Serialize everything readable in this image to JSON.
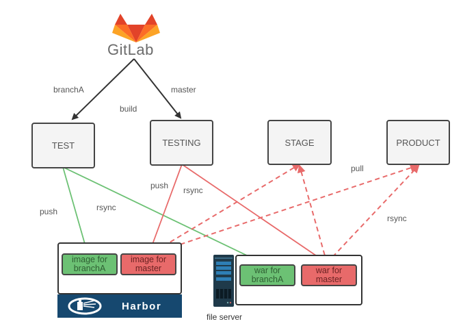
{
  "logo": {
    "name": "GitLab",
    "icon": "gitlab-fox-icon"
  },
  "edges": {
    "branchA": "branchA",
    "master": "master",
    "build": "build",
    "test_push": "push",
    "test_rsync": "rsync",
    "testing_push": "push",
    "testing_rsync": "rsync",
    "pull": "pull",
    "rsync_right": "rsync"
  },
  "environments": [
    {
      "id": "test",
      "label": "TEST"
    },
    {
      "id": "testing",
      "label": "TESTING"
    },
    {
      "id": "stage",
      "label": "STAGE"
    },
    {
      "id": "product",
      "label": "PRODUCT"
    }
  ],
  "harbor": {
    "brand": "Harbor",
    "icon": "harbor-lighthouse-icon",
    "artifacts": [
      {
        "line1": "image for",
        "line2": "branchA",
        "color": "green"
      },
      {
        "line1": "image for",
        "line2": "master",
        "color": "red"
      }
    ]
  },
  "file_server": {
    "label": "file server",
    "icon": "server-rack-icon",
    "artifacts": [
      {
        "line1": "war for",
        "line2": "branchA",
        "color": "green"
      },
      {
        "line1": "war for",
        "line2": "master",
        "color": "red"
      }
    ]
  },
  "colors": {
    "green": "#6cc174",
    "red": "#e86a6a",
    "harbor_blue": "#16486f",
    "arrow_dark": "#333333"
  }
}
